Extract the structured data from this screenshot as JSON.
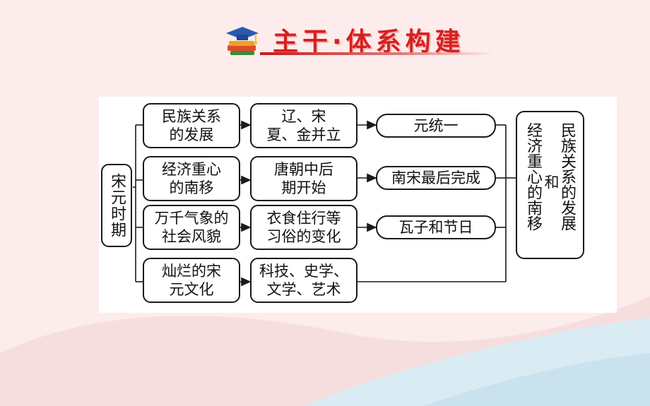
{
  "header": {
    "title": "主干·体系构建",
    "icon": "graduation-cap-on-books-icon"
  },
  "colors": {
    "title": "#d62020",
    "background": "#fcecec",
    "wave": "#d9ebf3"
  },
  "diagram": {
    "period": "宋元时期",
    "topics": [
      "民族关系\n的发展",
      "经济重心\n的南移",
      "万千气象的\n社会风貌",
      "灿烂的宋\n元文化"
    ],
    "details": [
      "辽、宋\n夏、金并立",
      "唐朝中后\n期开始",
      "衣食住行等\n习俗的变化",
      "科技、史学、\n文学、艺术"
    ],
    "results": [
      "元统一",
      "南宋最后完成",
      "瓦子和节日"
    ],
    "conclusion": {
      "col1": "民族关系的发展",
      "col_mid": "和",
      "col2": "经济重心的南移"
    }
  }
}
